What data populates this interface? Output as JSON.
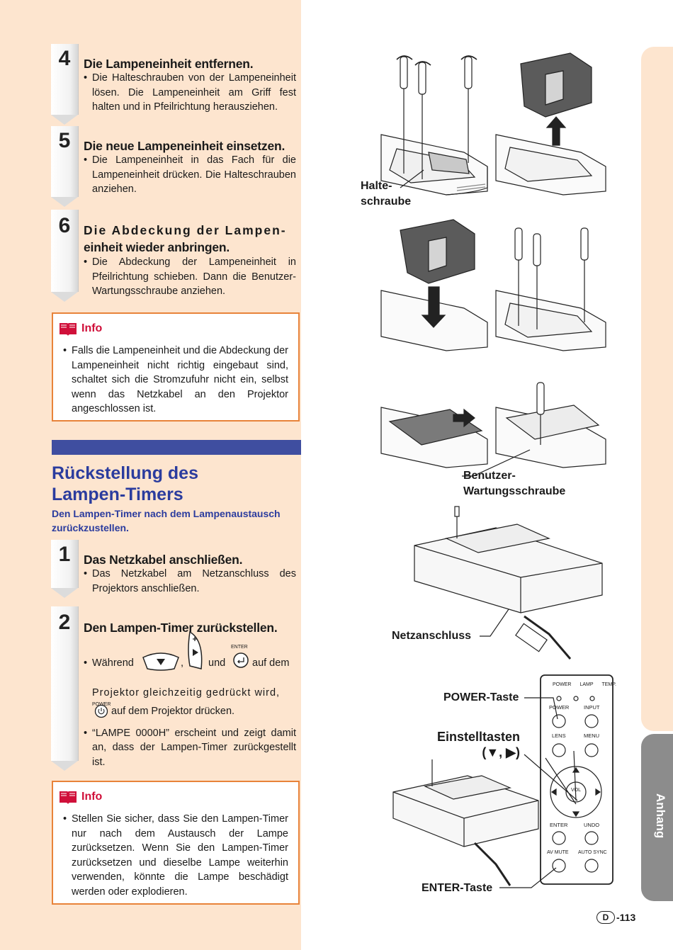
{
  "steps_remove": [
    {
      "num": "4",
      "title": "Die Lampeneinheit entfernen.",
      "text": "Die Halteschrauben von der Lampeneinheit lösen. Die Lampeneinheit am Griff fest halten und in Pfeilrichtung herausziehen."
    },
    {
      "num": "5",
      "title": "Die neue Lampeneinheit einsetzen.",
      "text": "Die Lampeneinheit in das Fach für die Lampeneinheit drücken. Die Halteschrauben anziehen."
    },
    {
      "num": "6",
      "title_line1": "Die Abdeckung der Lampen-",
      "title_line2": "einheit wieder anbringen.",
      "text": "Die Abdeckung der Lampeneinheit in Pfeilrichtung schieben. Dann die Benutzer-Wartungsschraube anziehen."
    }
  ],
  "info1": {
    "label": "Info",
    "text": "Falls die Lampeneinheit und die Abdeckung der Lampeneinheit nicht richtig eingebaut sind, schaltet sich die Stromzufuhr nicht ein, selbst wenn das Netzkabel an den Projektor angeschlossen ist."
  },
  "section": {
    "title_line1": "Rückstellung des",
    "title_line2": "Lampen-Timers",
    "subtitle": "Den Lampen-Timer nach dem Lampenaustausch zurückzustellen."
  },
  "steps_reset": [
    {
      "num": "1",
      "title": "Das Netzkabel anschließen.",
      "text": "Das Netzkabel am Netzanschluss des Projektors anschließen."
    },
    {
      "num": "2",
      "title": "Den Lampen-Timer zurückstellen.",
      "text_a": "Während",
      "text_b": ",",
      "text_c": "und",
      "text_d": "auf dem",
      "text_e": "Projektor gleichzeitig gedrückt wird,",
      "text_f": "auf dem Projektor drücken.",
      "enter_small": "ENTER",
      "power_small": "POWER",
      "text2": "“LAMPE 0000H” erscheint und zeigt damit an, dass der Lampen-Timer zurückgestellt ist."
    }
  ],
  "info2": {
    "label": "Info",
    "text": "Stellen Sie sicher, dass Sie den Lampen-Timer nur nach dem Austausch der Lampe zurücksetzen. Wenn Sie den Lampen-Timer zurücksetzen und dieselbe Lampe weiterhin verwenden, könnte die Lampe beschädigt werden oder explodieren."
  },
  "callouts": {
    "halte1": "Halte-",
    "halte2": "schraube",
    "benutzer1": "Benutzer-",
    "benutzer2": "Wartungsschraube",
    "netz": "Netzanschluss",
    "power": "POWER-Taste",
    "einstell1": "Einstelltasten",
    "einstell2": "(▼, ▶)",
    "enter": "ENTER-Taste"
  },
  "panel": {
    "ind_power": "POWER",
    "ind_lamp": "LAMP",
    "ind_temp": "TEMP.",
    "btn_power": "POWER",
    "btn_input": "INPUT",
    "btn_lens": "LENS",
    "btn_menu": "MENU",
    "vol": "VOL",
    "btn_enter": "ENTER",
    "btn_undo": "UNDO",
    "btn_avmute": "AV MUTE",
    "btn_autosync": "AUTO SYNC"
  },
  "side_tab": "Anhang",
  "page": {
    "badge": "D",
    "number": "-113"
  },
  "colors": {
    "left_bg": "#fde5cf",
    "accent_blue": "#2b3c9e",
    "info_red": "#d0103a",
    "info_border": "#e8833a",
    "tab_grey": "#8c8c8c"
  }
}
